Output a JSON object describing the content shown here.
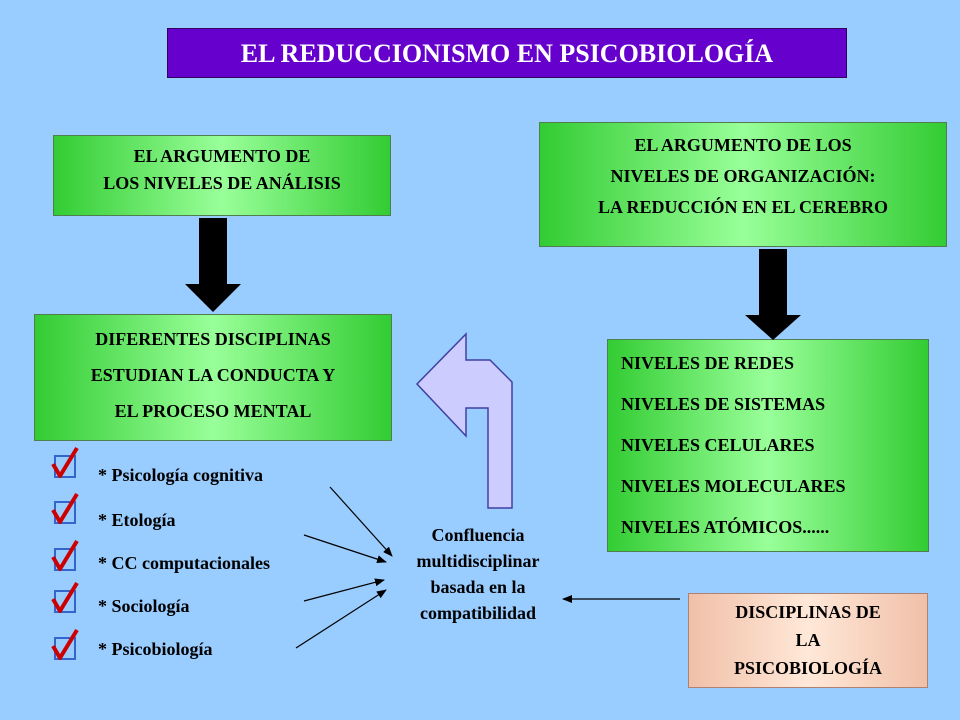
{
  "title": "EL REDUCCIONISMO EN PSICOBIOLOGÍA",
  "left_top_box": {
    "lines": [
      "EL ARGUMENTO DE",
      "LOS NIVELES DE ANÁLISIS"
    ]
  },
  "right_top_box": {
    "lines": [
      "EL ARGUMENTO DE LOS",
      "NIVELES DE ORGANIZACIÓN:",
      "LA REDUCCIÓN EN EL CEREBRO"
    ]
  },
  "left_mid_box": {
    "lines": [
      "DIFERENTES DISCIPLINAS",
      "ESTUDIAN LA CONDUCTA Y",
      "EL PROCESO MENTAL"
    ]
  },
  "right_mid_box": {
    "lines": [
      "NIVELES DE REDES",
      "NIVELES DE SISTEMAS",
      "NIVELES CELULARES",
      "NIVELES MOLECULARES",
      "NIVELES ATÓMICOS......"
    ]
  },
  "disciplines": [
    "* Psicología cognitiva",
    "* Etología",
    "* CC computacionales",
    "* Sociología",
    "* Psicobiología"
  ],
  "confluence": {
    "lines": [
      "Confluencia",
      "multidisciplinar",
      "basada en la",
      "compatibilidad"
    ]
  },
  "pink_box": {
    "lines": [
      "DISCIPLINAS DE",
      "LA",
      "PSICOBIOLOGÍA"
    ]
  },
  "colors": {
    "background": "#99ccff",
    "title_bg": "#6600cc",
    "box_green": "#66dd66",
    "box_pink": "#f8d8c8",
    "arrow_hollow": "#ccccff",
    "check_red": "#cc0000",
    "check_box": "#3366cc"
  },
  "icons": {
    "check": "checkmark-icon",
    "down_arrow": "down-arrow-icon",
    "hollow_arrow": "hollow-bent-arrow-icon"
  }
}
